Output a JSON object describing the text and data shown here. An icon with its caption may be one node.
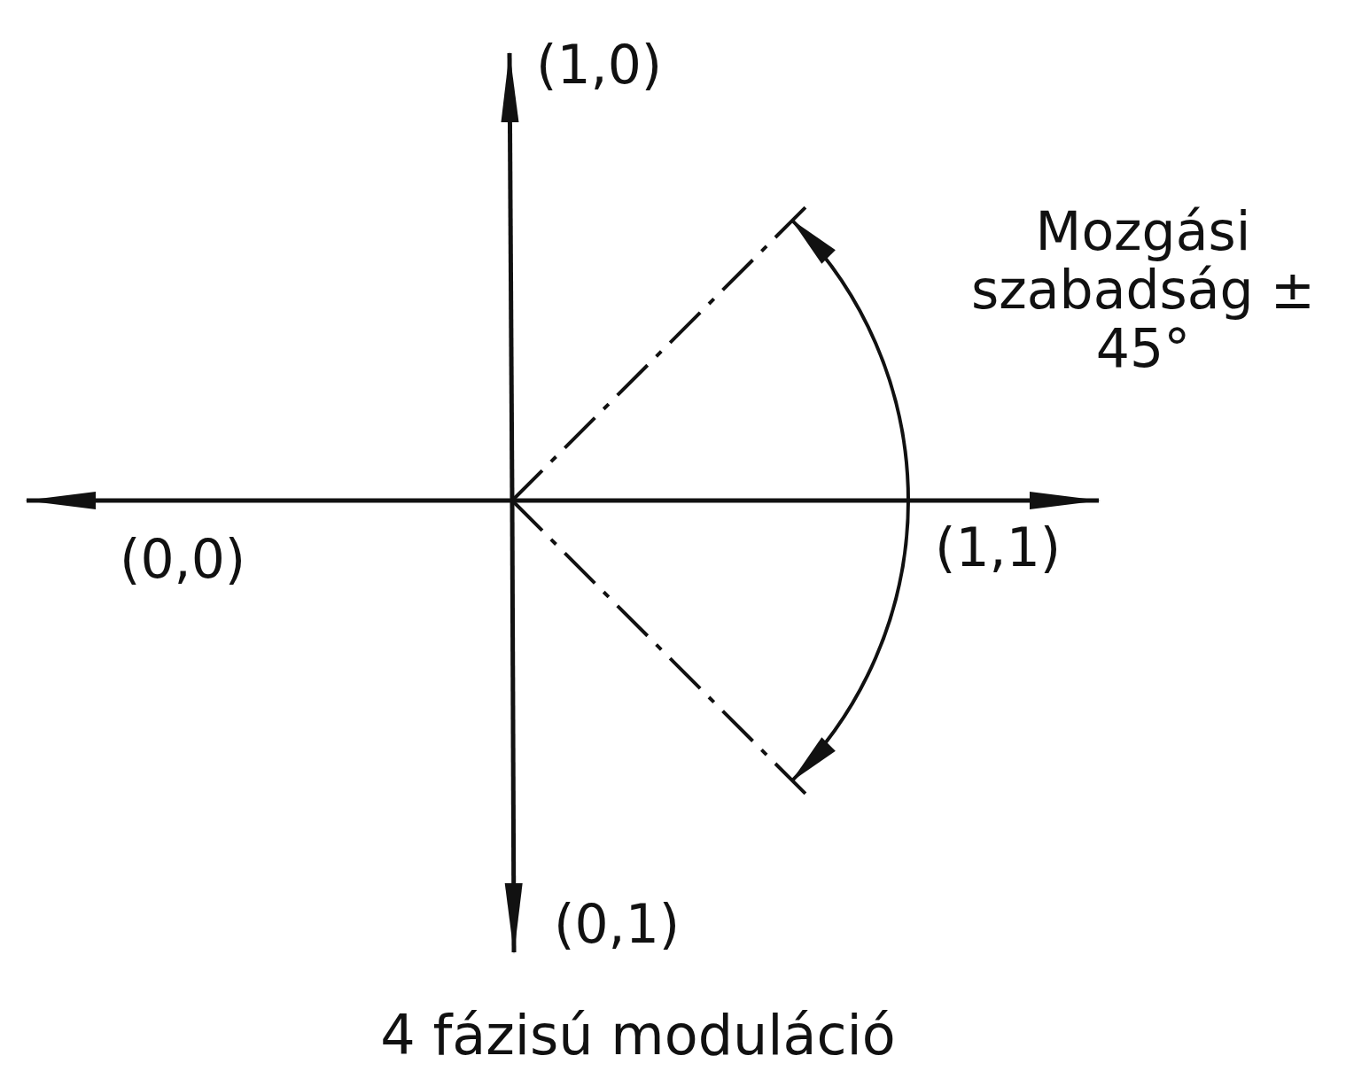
{
  "diagram": {
    "caption": "4 fázisú moduláció",
    "labels": [
      "(1,0)",
      "Mozgási szabadság ± 45°",
      "(0,0)",
      "(1,1)",
      "(0,1)"
    ]
  }
}
